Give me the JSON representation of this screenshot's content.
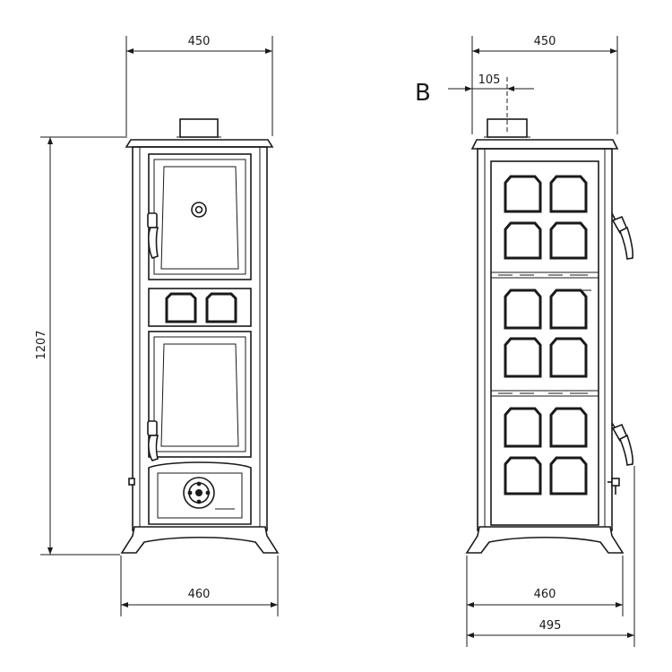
{
  "dimensions": {
    "front_width_top": "450",
    "front_height": "1207",
    "front_width_base": "460",
    "side_width_top": "450",
    "flue_offset": "105",
    "side_width_base": "460",
    "side_width_overall": "495"
  },
  "labels": {
    "section_b": "B"
  }
}
